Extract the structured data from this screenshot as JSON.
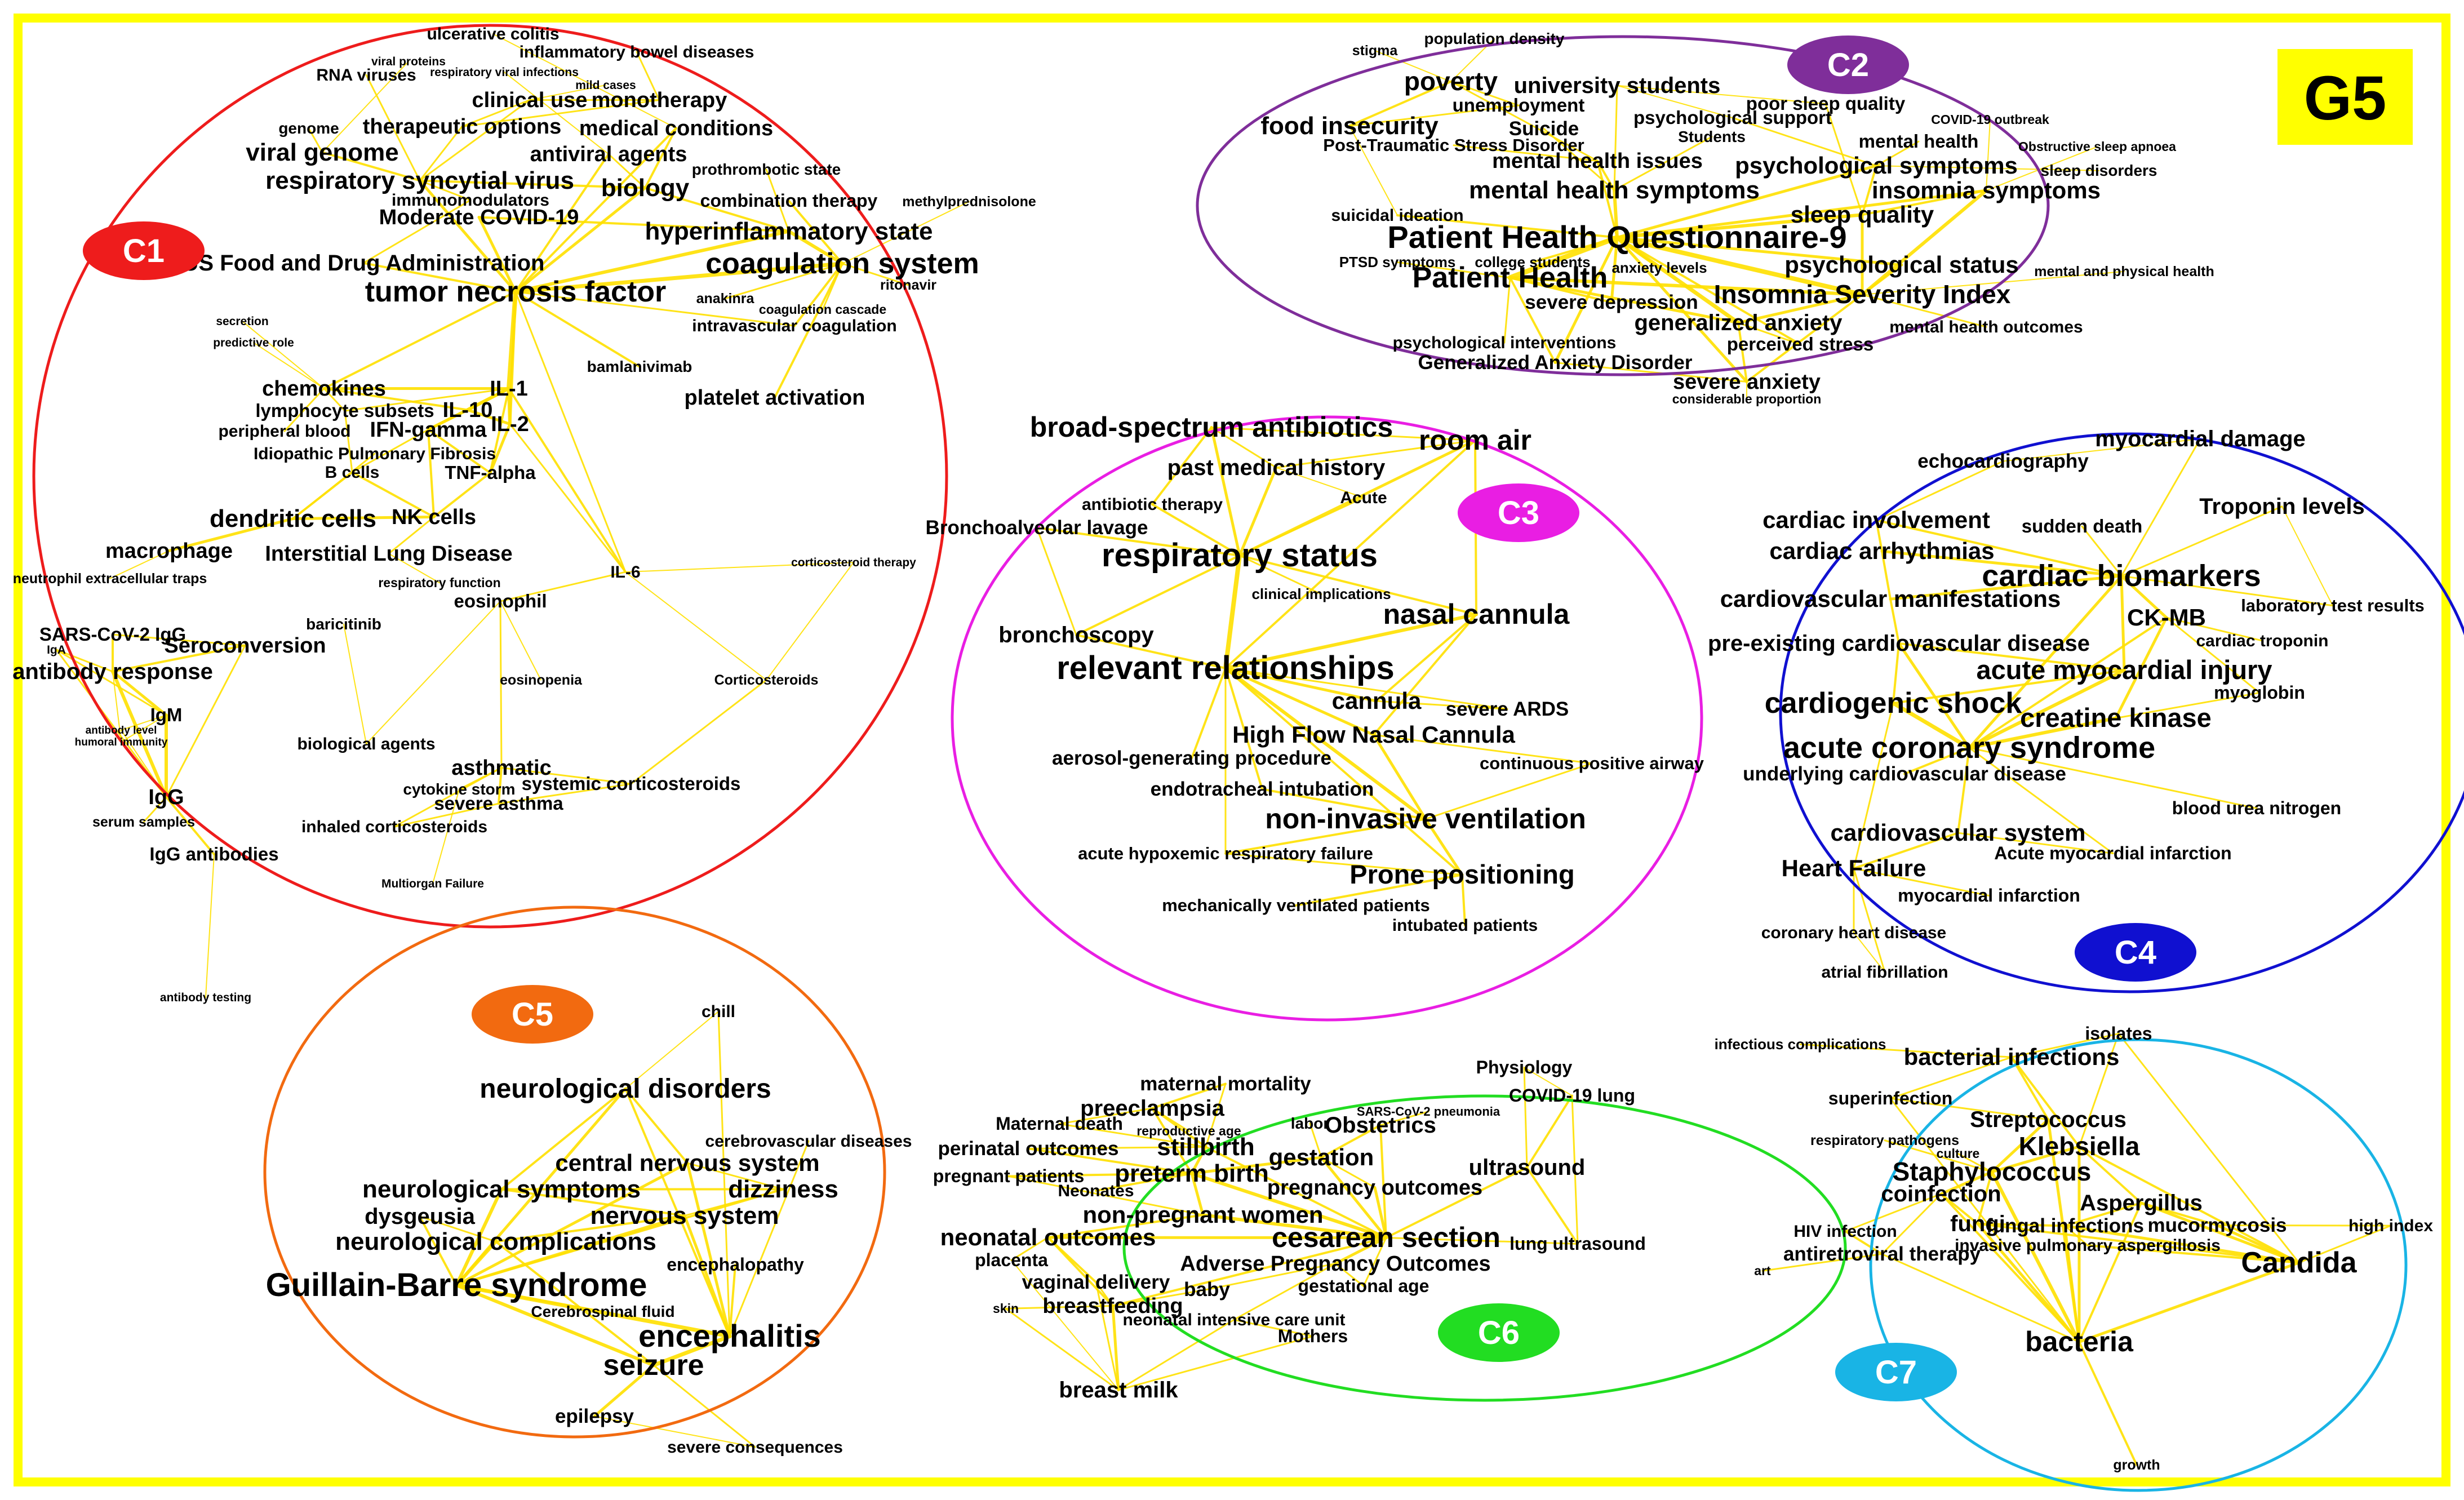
{
  "graph_label": "G5",
  "colors": {
    "frame": "#FFFF00",
    "edge": "#FFE000",
    "C1": "#EE1C1C",
    "C2": "#7F2E9A",
    "C3": "#E91EE3",
    "C4": "#1010D0",
    "C5": "#F26A10",
    "C6": "#22DD22",
    "C7": "#19B4E5"
  },
  "clusters": [
    {
      "id": "C1",
      "label": "C1"
    },
    {
      "id": "C2",
      "label": "C2"
    },
    {
      "id": "C3",
      "label": "C3"
    },
    {
      "id": "C4",
      "label": "C4"
    },
    {
      "id": "C5",
      "label": "C5"
    },
    {
      "id": "C6",
      "label": "C6"
    },
    {
      "id": "C7",
      "label": "C7"
    }
  ],
  "nodes": {
    "C1": [
      "ulcerative colitis",
      "viral proteins",
      "inflammatory bowel diseases",
      "RNA viruses",
      "respiratory viral infections",
      "mild cases",
      "clinical use",
      "monotherapy",
      "genome",
      "therapeutic options",
      "medical conditions",
      "viral genome",
      "antiviral agents",
      "prothrombotic state",
      "respiratory syncytial virus",
      "biology",
      "immunomodulators",
      "combination therapy",
      "methylprednisolone",
      "Moderate COVID-19",
      "hyperinflammatory state",
      "US Food and Drug Administration",
      "coagulation system",
      "ritonavir",
      "tumor necrosis factor",
      "anakinra",
      "coagulation cascade",
      "intravascular coagulation",
      "secretion",
      "predictive role",
      "bamlanivimab",
      "chemokines",
      "IL-1",
      "lymphocyte subsets",
      "IL-10",
      "platelet activation",
      "peripheral blood",
      "IFN-gamma",
      "IL-2",
      "Idiopathic Pulmonary Fibrosis",
      "B cells",
      "TNF-alpha",
      "dendritic cells",
      "NK cells",
      "macrophage",
      "Interstitial Lung Disease",
      "corticosteroid therapy",
      "neutrophil extracellular traps",
      "respiratory function",
      "IL-6",
      "eosinophil",
      "SARS-CoV-2 IgG",
      "baricitinib",
      "Seroconversion",
      "IgA",
      "antibody response",
      "eosinopenia",
      "Corticosteroids",
      "IgM",
      "antibody level",
      "humoral immunity",
      "biological agents",
      "asthmatic",
      "IgG",
      "cytokine storm",
      "systemic corticosteroids",
      "severe asthma",
      "serum samples",
      "inhaled corticosteroids",
      "IgG antibodies",
      "Multiorgan Failure",
      "antibody testing"
    ],
    "C2": [
      "population density",
      "stigma",
      "university students",
      "poverty",
      "poor sleep quality",
      "unemployment",
      "psychological support",
      "COVID-19 outbreak",
      "food insecurity",
      "Suicide",
      "Students",
      "mental health",
      "Post-Traumatic Stress Disorder",
      "Obstructive sleep apnoea",
      "mental health issues",
      "psychological symptoms",
      "sleep disorders",
      "mental health symptoms",
      "insomnia symptoms",
      "suicidal ideation",
      "sleep quality",
      "Patient Health Questionnaire-9",
      "PTSD symptoms",
      "college students",
      "anxiety levels",
      "psychological status",
      "mental and physical health",
      "Patient Health",
      "Insomnia Severity Index",
      "severe depression",
      "generalized anxiety",
      "mental health outcomes",
      "psychological interventions",
      "perceived stress",
      "Generalized Anxiety Disorder",
      "severe anxiety",
      "considerable proportion"
    ],
    "C3": [
      "broad-spectrum antibiotics",
      "room air",
      "past medical history",
      "antibiotic therapy",
      "Acute",
      "Bronchoalveolar lavage",
      "respiratory status",
      "clinical implications",
      "nasal cannula",
      "bronchoscopy",
      "relevant relationships",
      "cannula",
      "severe ARDS",
      "High Flow Nasal Cannula",
      "aerosol-generating procedure",
      "continuous positive airway",
      "endotracheal intubation",
      "non-invasive ventilation",
      "acute hypoxemic respiratory failure",
      "Prone positioning",
      "mechanically ventilated patients",
      "intubated patients"
    ],
    "C4": [
      "myocardial damage",
      "echocardiography",
      "Troponin levels",
      "cardiac involvement",
      "sudden death",
      "cardiac arrhythmias",
      "cardiac biomarkers",
      "cardiovascular manifestations",
      "laboratory test results",
      "CK-MB",
      "pre-existing cardiovascular disease",
      "cardiac troponin",
      "acute myocardial injury",
      "myoglobin",
      "cardiogenic shock",
      "creatine kinase",
      "acute coronary syndrome",
      "underlying cardiovascular disease",
      "blood urea nitrogen",
      "cardiovascular system",
      "Acute myocardial infarction",
      "Heart Failure",
      "myocardial infarction",
      "coronary heart disease",
      "atrial fibrillation"
    ],
    "C5": [
      "chill",
      "neurological disorders",
      "cerebrovascular diseases",
      "central nervous system",
      "neurological symptoms",
      "dizziness",
      "dysgeusia",
      "nervous system",
      "neurological complications",
      "encephalopathy",
      "Guillain-Barre syndrome",
      "Cerebrospinal fluid",
      "encephalitis",
      "seizure",
      "epilepsy",
      "severe consequences"
    ],
    "C6": [
      "Physiology",
      "maternal mortality",
      "COVID-19 lung",
      "preeclampsia",
      "SARS-CoV-2 pneumonia",
      "Maternal death",
      "reproductive age",
      "labor",
      "Obstetrics",
      "perinatal outcomes",
      "stillbirth",
      "gestation",
      "ultrasound",
      "pregnant patients",
      "preterm birth",
      "Neonates",
      "pregnancy outcomes",
      "non-pregnant women",
      "neonatal outcomes",
      "cesarean section",
      "lung ultrasound",
      "placenta",
      "Adverse Pregnancy Outcomes",
      "vaginal delivery",
      "baby",
      "gestational age",
      "skin",
      "breastfeeding",
      "neonatal intensive care unit",
      "Mothers",
      "breast milk"
    ],
    "C7": [
      "infectious complications",
      "isolates",
      "bacterial infections",
      "superinfection",
      "Streptococcus",
      "respiratory pathogens",
      "culture",
      "Klebsiella",
      "Staphylococcus",
      "coinfection",
      "Aspergillus",
      "HIV infection",
      "fungi",
      "fungal infections",
      "mucormycosis",
      "high index",
      "antiretroviral therapy",
      "invasive pulmonary aspergillosis",
      "art",
      "Candida",
      "bacteria",
      "growth"
    ]
  }
}
